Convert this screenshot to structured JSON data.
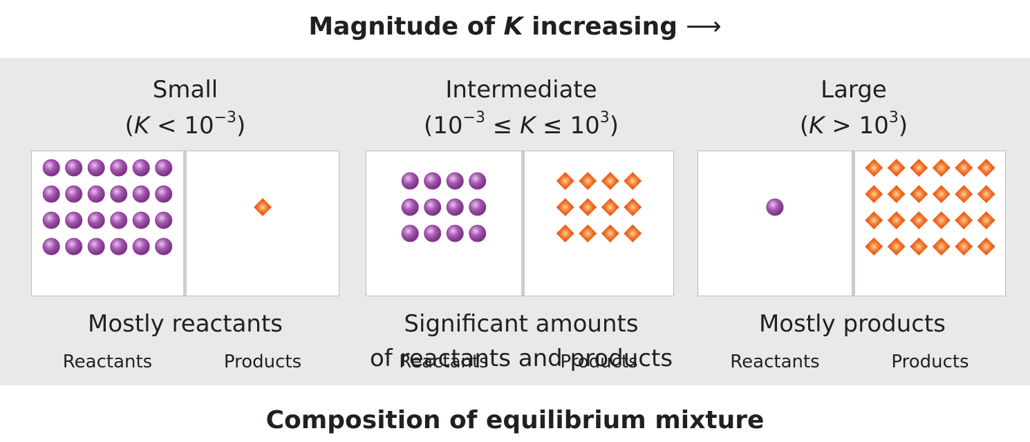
{
  "header": {
    "title_prefix": "Magnitude of ",
    "title_k": "K",
    "title_suffix": " increasing",
    "arrow": "⟶"
  },
  "footer": {
    "title": "Composition of equilibrium mixture"
  },
  "colors": {
    "reactant": "#8e3a97",
    "product": "#f26522",
    "band": "#e8e9eb"
  },
  "panels": [
    {
      "heading": "Small",
      "cond_open": "(",
      "cond_k": "K",
      "cond_rel": " < 10",
      "cond_exp": "−3",
      "cond_close": ")",
      "reactants_label": "Reactants",
      "products_label": "Products",
      "caption_line1": "Mostly reactants",
      "caption_line2": "",
      "reactant_count": 24,
      "product_count": 1
    },
    {
      "heading": "Intermediate",
      "cond_open": "(10",
      "cond_exp1": "−3",
      "cond_mid": " ≤ ",
      "cond_k": "K",
      "cond_rel": " ≤ 10",
      "cond_exp": "3",
      "cond_close": ")",
      "reactants_label": "Reactants",
      "products_label": "Products",
      "caption_line1": "Significant amounts",
      "caption_line2": "of reactants and products",
      "reactant_count": 12,
      "product_count": 12
    },
    {
      "heading": "Large",
      "cond_open": "(",
      "cond_k": "K",
      "cond_rel": " > 10",
      "cond_exp": "3",
      "cond_close": ")",
      "reactants_label": "Reactants",
      "products_label": "Products",
      "caption_line1": "Mostly products",
      "caption_line2": "",
      "reactant_count": 1,
      "product_count": 24
    }
  ]
}
